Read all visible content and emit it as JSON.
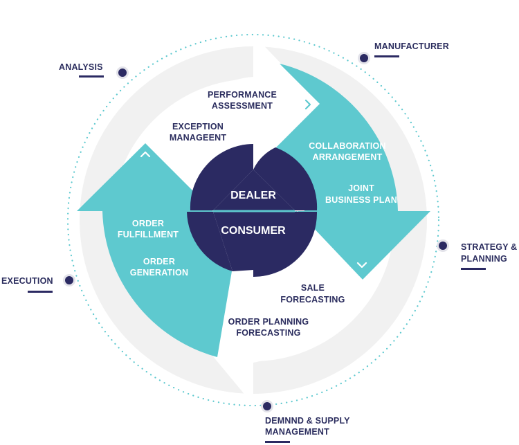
{
  "colors": {
    "teal": "#5ec9cf",
    "navy": "#2b2a62",
    "ring": "#f1f1f1",
    "dots": "#5ec9cf",
    "label": "#2b2d5e"
  },
  "core": {
    "top": "DEALER",
    "bottom": "CONSUMER"
  },
  "outer_labels": {
    "analysis": "ANALYSIS",
    "manufacturer": "MANUFACTURER",
    "strategy_line1": "STRATEGY &",
    "strategy_line2": "PLANNING",
    "execution": "EXECUTION",
    "demand_line1": "DEMNND & SUPPLY",
    "demand_line2": "MANAGEMENT"
  },
  "inner_labels": {
    "performance_line1": "PERFORMANCE",
    "performance_line2": "ASSESSMENT",
    "exception_line1": "EXCEPTION",
    "exception_line2": "MANAGEENT",
    "collab_line1": "COLLABORATION",
    "collab_line2": "ARRANGEMENT",
    "joint_line1": "JOINT",
    "joint_line2": "BUSINESS PLAN",
    "sale_line1": "SALE",
    "sale_line2": "FORECASTING",
    "order_planning_line1": "ORDER PLANNING",
    "order_planning_line2": "FORECASTING",
    "fulfillment_line1": "ORDER",
    "fulfillment_line2": "FULFILLMENT",
    "generation_line1": "ORDER",
    "generation_line2": "GENERATION"
  },
  "icons": {
    "top_arrow": "chevron-right-icon",
    "right_arrow": "chevron-down-icon",
    "bottom_arrow": "chevron-left-icon",
    "left_arrow": "chevron-up-icon"
  }
}
